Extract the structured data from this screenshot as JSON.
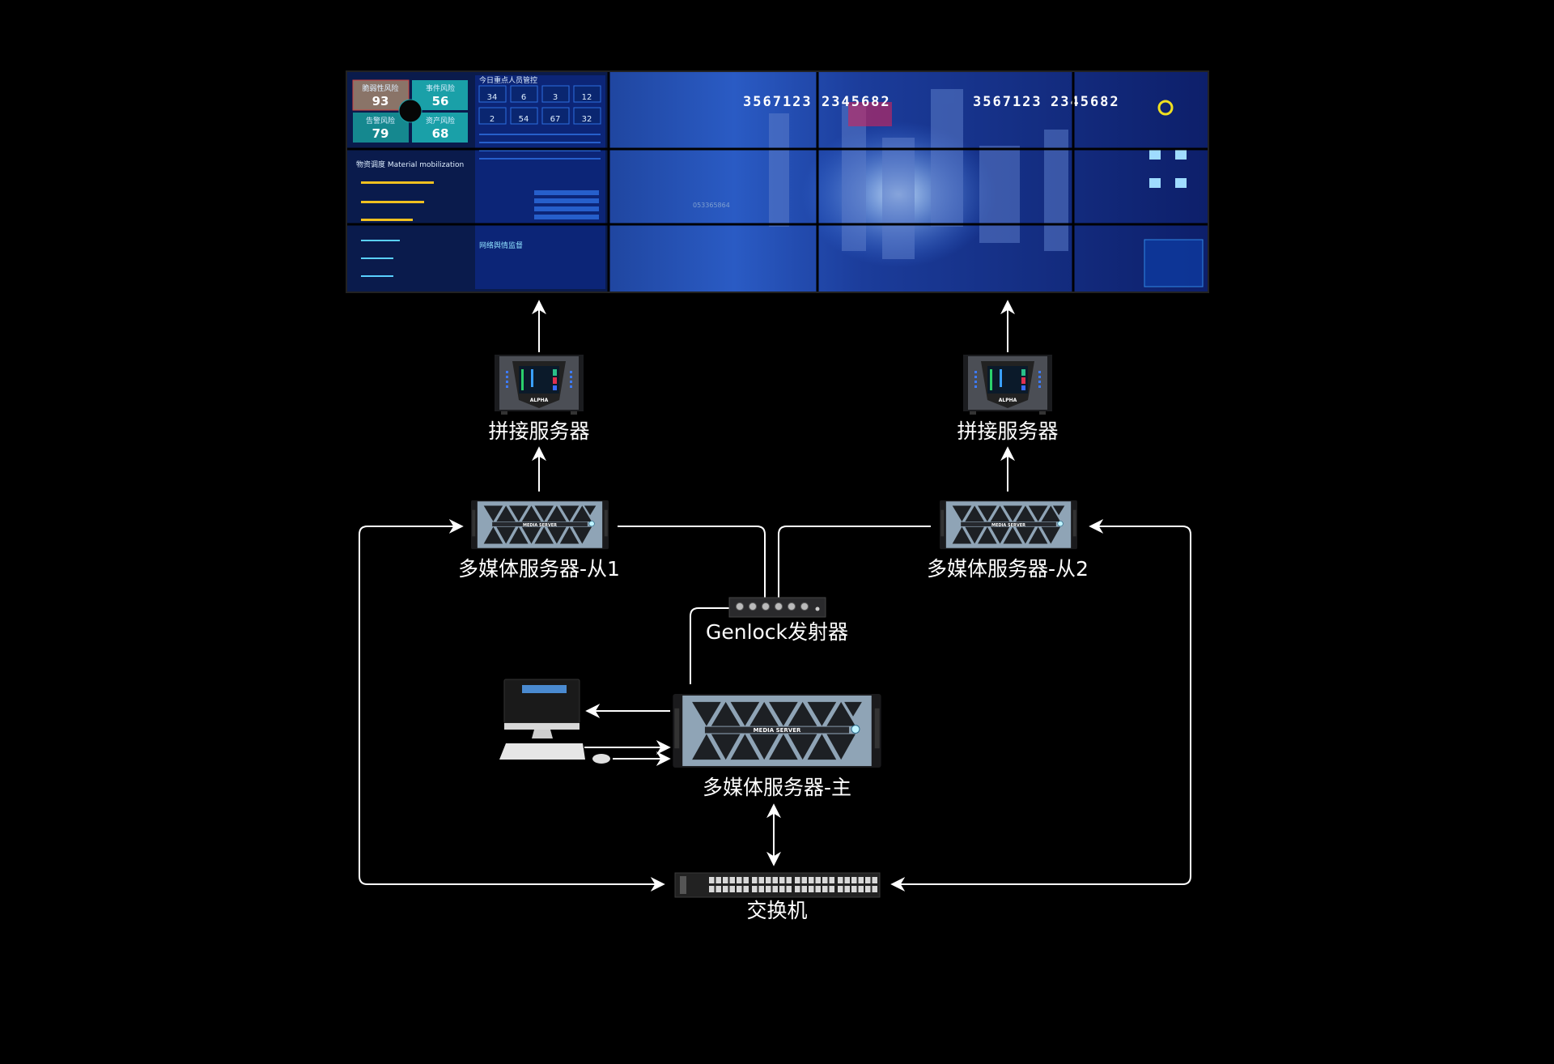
{
  "video_wall": {
    "risk_tiles": [
      {
        "label": "脆弱性风险",
        "value": "93"
      },
      {
        "label": "事件风险",
        "value": "56"
      },
      {
        "label": "告警风险",
        "value": "79"
      },
      {
        "label": "资产风险",
        "value": "68"
      }
    ],
    "panel_title": "今日重点人员管控",
    "stat_values": [
      "34",
      "6",
      "3",
      "12",
      "2",
      "54",
      "67",
      "32"
    ],
    "material_title": "物资调度 Material mobilization",
    "alarm_title": "网络舆情监督",
    "counters": [
      "3567123",
      "2345682",
      "3567123",
      "2345682"
    ],
    "phone_number": "053365864"
  },
  "nodes": {
    "splicer_left": "拼接服务器",
    "splicer_right": "拼接服务器",
    "slave1": "多媒体服务器-从1",
    "slave2": "多媒体服务器-从2",
    "genlock": "Genlock发射器",
    "master": "多媒体服务器-主",
    "switch": "交换机"
  },
  "device_marks": {
    "media_server": "MEDIA SERVER",
    "splicer_brand": "ALPHA"
  },
  "colors": {
    "background": "#000000",
    "lines": "#ffffff",
    "wall_blue": "#0b1f6e",
    "accent_cyan": "#1fc6e0"
  }
}
